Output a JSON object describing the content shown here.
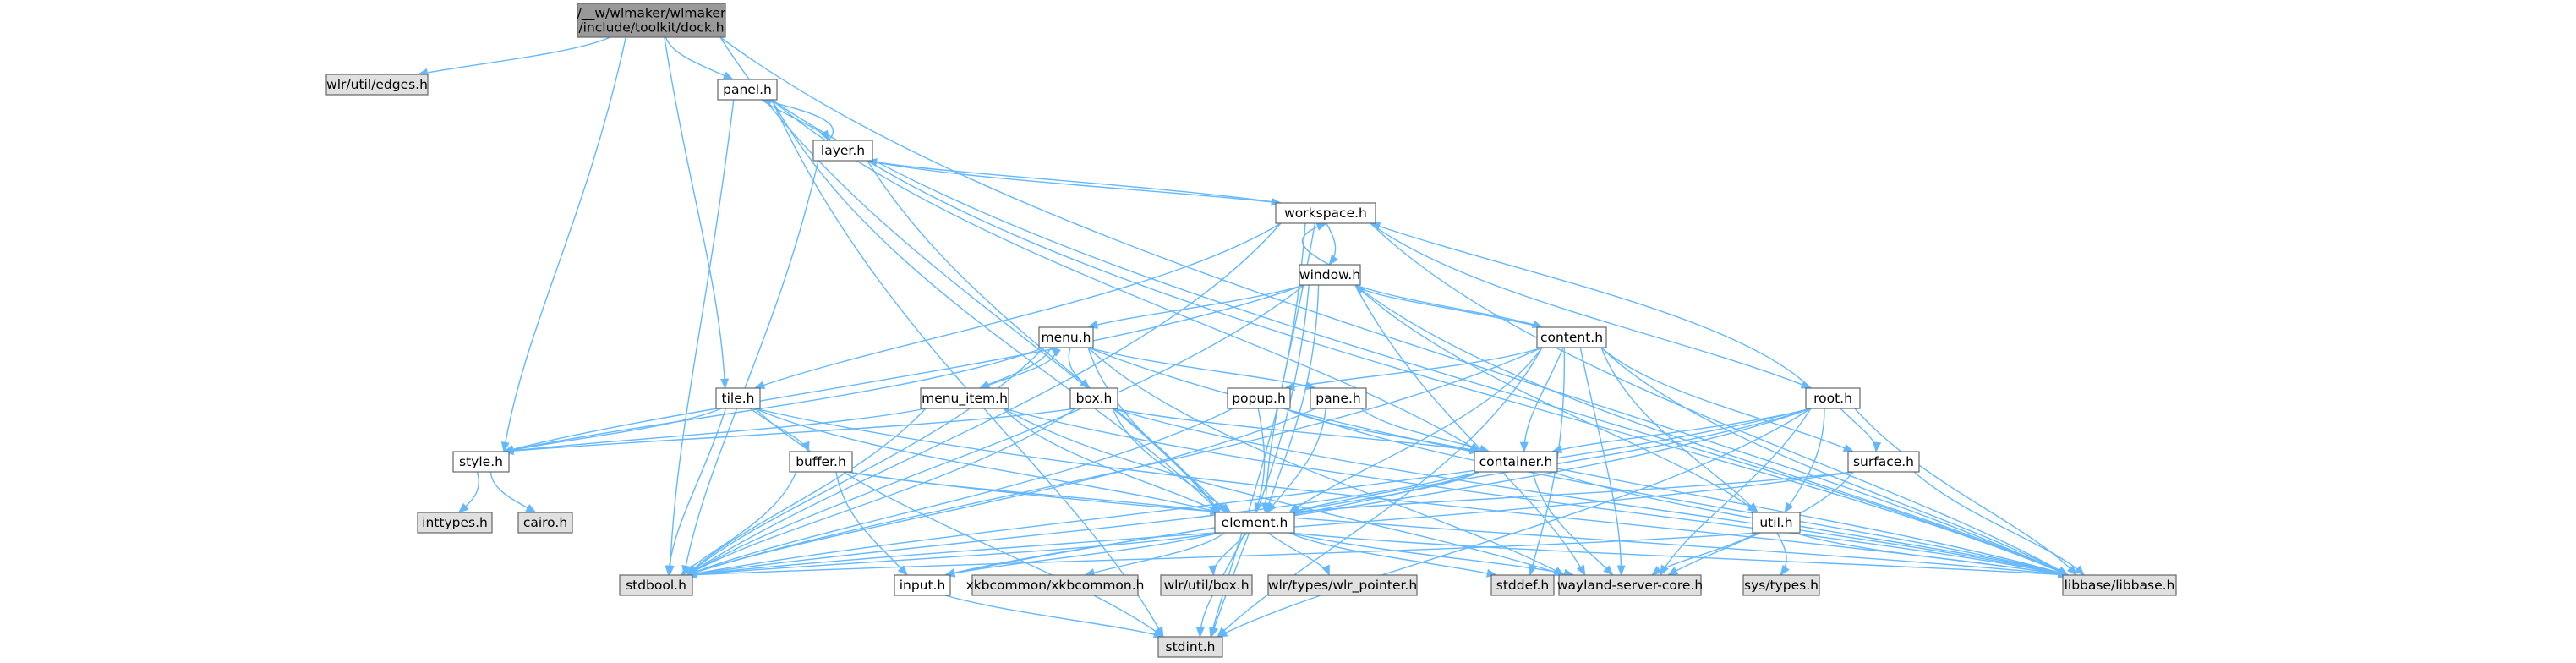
{
  "graph": {
    "colors": {
      "root_fill": "#999999",
      "header_fill": "#ffffff",
      "system_fill": "#e0e0e0",
      "border": "#666666",
      "edge": "#63b8ff"
    },
    "nodes": [
      {
        "id": "dock",
        "label": "/__w/wlmaker/wlmaker\n/include/toolkit/dock.h",
        "kind": "root"
      },
      {
        "id": "edges",
        "label": "wlr/util/edges.h",
        "kind": "system"
      },
      {
        "id": "panel",
        "label": "panel.h",
        "kind": "header"
      },
      {
        "id": "layer",
        "label": "layer.h",
        "kind": "header"
      },
      {
        "id": "workspace",
        "label": "workspace.h",
        "kind": "header"
      },
      {
        "id": "window",
        "label": "window.h",
        "kind": "header"
      },
      {
        "id": "content",
        "label": "content.h",
        "kind": "header"
      },
      {
        "id": "menu",
        "label": "menu.h",
        "kind": "header"
      },
      {
        "id": "menuitem",
        "label": "menu_item.h",
        "kind": "header"
      },
      {
        "id": "box",
        "label": "box.h",
        "kind": "header"
      },
      {
        "id": "popup",
        "label": "popup.h",
        "kind": "header"
      },
      {
        "id": "pane",
        "label": "pane.h",
        "kind": "header"
      },
      {
        "id": "root",
        "label": "root.h",
        "kind": "header"
      },
      {
        "id": "tile",
        "label": "tile.h",
        "kind": "header"
      },
      {
        "id": "style",
        "label": "style.h",
        "kind": "header"
      },
      {
        "id": "buffer",
        "label": "buffer.h",
        "kind": "header"
      },
      {
        "id": "container",
        "label": "container.h",
        "kind": "header"
      },
      {
        "id": "surface",
        "label": "surface.h",
        "kind": "header"
      },
      {
        "id": "element",
        "label": "element.h",
        "kind": "header"
      },
      {
        "id": "util",
        "label": "util.h",
        "kind": "header"
      },
      {
        "id": "inttypes",
        "label": "inttypes.h",
        "kind": "system"
      },
      {
        "id": "cairo",
        "label": "cairo.h",
        "kind": "system"
      },
      {
        "id": "stdbool",
        "label": "stdbool.h",
        "kind": "system"
      },
      {
        "id": "input",
        "label": "input.h",
        "kind": "header"
      },
      {
        "id": "xkb",
        "label": "xkbcommon/xkbcommon.h",
        "kind": "system"
      },
      {
        "id": "wlrbox",
        "label": "wlr/util/box.h",
        "kind": "system"
      },
      {
        "id": "wlrptr",
        "label": "wlr/types/wlr_pointer.h",
        "kind": "system"
      },
      {
        "id": "stddef",
        "label": "stddef.h",
        "kind": "system"
      },
      {
        "id": "wayland",
        "label": "wayland-server-core.h",
        "kind": "system"
      },
      {
        "id": "systypes",
        "label": "sys/types.h",
        "kind": "system"
      },
      {
        "id": "libbase",
        "label": "libbase/libbase.h",
        "kind": "system"
      },
      {
        "id": "stdint",
        "label": "stdint.h",
        "kind": "system"
      }
    ],
    "edges": [
      [
        "dock",
        "edges"
      ],
      [
        "dock",
        "panel"
      ],
      [
        "dock",
        "tile"
      ],
      [
        "dock",
        "style"
      ],
      [
        "dock",
        "element"
      ],
      [
        "dock",
        "libbase"
      ],
      [
        "panel",
        "layer"
      ],
      [
        "panel",
        "element"
      ],
      [
        "panel",
        "container"
      ],
      [
        "panel",
        "stdbool"
      ],
      [
        "panel",
        "stdint"
      ],
      [
        "panel",
        "libbase"
      ],
      [
        "layer",
        "panel"
      ],
      [
        "layer",
        "workspace"
      ],
      [
        "layer",
        "element"
      ],
      [
        "layer",
        "stdbool"
      ],
      [
        "layer",
        "libbase"
      ],
      [
        "workspace",
        "layer"
      ],
      [
        "workspace",
        "window"
      ],
      [
        "workspace",
        "root"
      ],
      [
        "workspace",
        "tile"
      ],
      [
        "workspace",
        "element"
      ],
      [
        "workspace",
        "stdbool"
      ],
      [
        "workspace",
        "libbase"
      ],
      [
        "workspace",
        "stdint"
      ],
      [
        "window",
        "workspace"
      ],
      [
        "window",
        "content"
      ],
      [
        "window",
        "menu"
      ],
      [
        "window",
        "element"
      ],
      [
        "window",
        "style"
      ],
      [
        "window",
        "util"
      ],
      [
        "window",
        "stdbool"
      ],
      [
        "window",
        "stdint"
      ],
      [
        "window",
        "libbase"
      ],
      [
        "window",
        "wayland"
      ],
      [
        "content",
        "window"
      ],
      [
        "content",
        "popup"
      ],
      [
        "content",
        "container"
      ],
      [
        "content",
        "element"
      ],
      [
        "content",
        "surface"
      ],
      [
        "content",
        "stddef"
      ],
      [
        "content",
        "stdbool"
      ],
      [
        "content",
        "stdint"
      ],
      [
        "content",
        "libbase"
      ],
      [
        "content",
        "wayland"
      ],
      [
        "content",
        "util"
      ],
      [
        "menu",
        "menuitem"
      ],
      [
        "menu",
        "box"
      ],
      [
        "menu",
        "pane"
      ],
      [
        "menu",
        "element"
      ],
      [
        "menu",
        "style"
      ],
      [
        "menu",
        "stdbool"
      ],
      [
        "menu",
        "libbase"
      ],
      [
        "menu",
        "wayland"
      ],
      [
        "menuitem",
        "menu"
      ],
      [
        "menuitem",
        "element"
      ],
      [
        "menuitem",
        "style"
      ],
      [
        "menuitem",
        "stdbool"
      ],
      [
        "menuitem",
        "libbase"
      ],
      [
        "menuitem",
        "wayland"
      ],
      [
        "box",
        "container"
      ],
      [
        "box",
        "element"
      ],
      [
        "box",
        "style"
      ],
      [
        "box",
        "stdbool"
      ],
      [
        "box",
        "libbase"
      ],
      [
        "popup",
        "container"
      ],
      [
        "popup",
        "element"
      ],
      [
        "popup",
        "stdbool"
      ],
      [
        "popup",
        "libbase"
      ],
      [
        "pane",
        "container"
      ],
      [
        "pane",
        "element"
      ],
      [
        "pane",
        "stdbool"
      ],
      [
        "root",
        "workspace"
      ],
      [
        "root",
        "container"
      ],
      [
        "root",
        "surface"
      ],
      [
        "root",
        "element"
      ],
      [
        "root",
        "input"
      ],
      [
        "root",
        "stdbool"
      ],
      [
        "root",
        "libbase"
      ],
      [
        "root",
        "wayland"
      ],
      [
        "root",
        "util"
      ],
      [
        "root",
        "stdint"
      ],
      [
        "tile",
        "buffer"
      ],
      [
        "tile",
        "element"
      ],
      [
        "tile",
        "style"
      ],
      [
        "tile",
        "stdbool"
      ],
      [
        "tile",
        "stdint"
      ],
      [
        "tile",
        "libbase"
      ],
      [
        "style",
        "inttypes"
      ],
      [
        "style",
        "cairo"
      ],
      [
        "buffer",
        "element"
      ],
      [
        "buffer",
        "input"
      ],
      [
        "buffer",
        "stdbool"
      ],
      [
        "buffer",
        "libbase"
      ],
      [
        "container",
        "element"
      ],
      [
        "container",
        "input"
      ],
      [
        "container",
        "libbase"
      ],
      [
        "container",
        "wayland"
      ],
      [
        "container",
        "stdbool"
      ],
      [
        "surface",
        "element"
      ],
      [
        "surface",
        "wayland"
      ],
      [
        "surface",
        "stdbool"
      ],
      [
        "surface",
        "libbase"
      ],
      [
        "element",
        "input"
      ],
      [
        "element",
        "xkb"
      ],
      [
        "element",
        "wlrbox"
      ],
      [
        "element",
        "wlrptr"
      ],
      [
        "element",
        "stddef"
      ],
      [
        "element",
        "stdbool"
      ],
      [
        "element",
        "stdint"
      ],
      [
        "element",
        "wayland"
      ],
      [
        "element",
        "libbase"
      ],
      [
        "util",
        "stdbool"
      ],
      [
        "util",
        "wayland"
      ],
      [
        "util",
        "systypes"
      ],
      [
        "util",
        "libbase"
      ],
      [
        "input",
        "stdint"
      ]
    ]
  }
}
